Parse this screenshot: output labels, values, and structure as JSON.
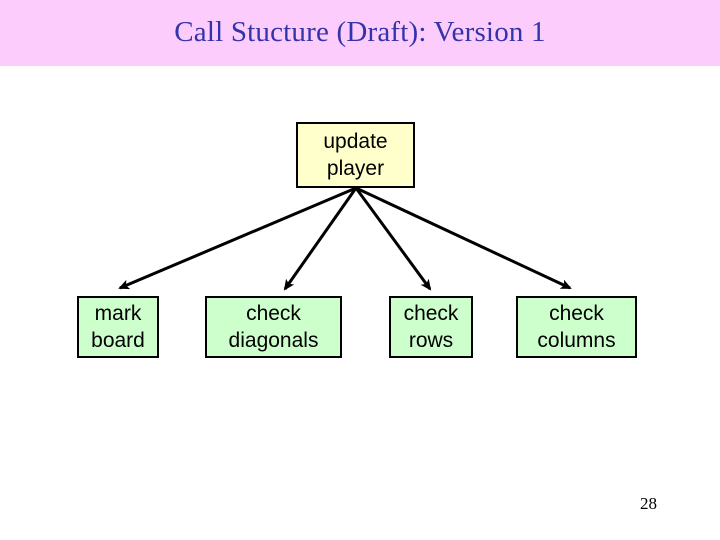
{
  "slide": {
    "title": "Call Stucture (Draft): Version 1",
    "page_number": "28",
    "banner_color": "#FCCCFC",
    "title_color": "#3333AA",
    "background_color": "#FFFFFF"
  },
  "diagram": {
    "type": "call-structure-tree",
    "root": {
      "id": "update-player",
      "line1": "update",
      "line2": "player",
      "fill_color": "#FFFFCC",
      "border_color": "#000000"
    },
    "children": [
      {
        "id": "mark-board",
        "line1": "mark",
        "line2": "board",
        "fill_color": "#CCFFCC",
        "border_color": "#000000"
      },
      {
        "id": "check-diagonals",
        "line1": "check",
        "line2": "diagonals",
        "fill_color": "#CCFFCC",
        "border_color": "#000000"
      },
      {
        "id": "check-rows",
        "line1": "check",
        "line2": "rows",
        "fill_color": "#CCFFCC",
        "border_color": "#000000"
      },
      {
        "id": "check-columns",
        "line1": "check",
        "line2": "columns",
        "fill_color": "#CCFFCC",
        "border_color": "#000000"
      }
    ],
    "edges": [
      {
        "from": "update-player",
        "to": "mark-board"
      },
      {
        "from": "update-player",
        "to": "check-diagonals"
      },
      {
        "from": "update-player",
        "to": "check-rows"
      },
      {
        "from": "update-player",
        "to": "check-columns"
      }
    ],
    "arrow_color": "#000000"
  }
}
